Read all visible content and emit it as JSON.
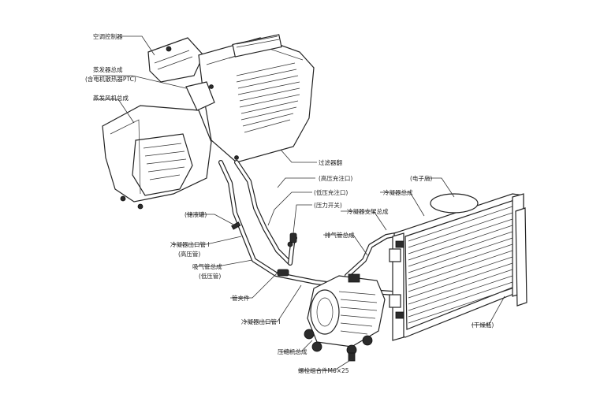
{
  "labels": {
    "ac_controller": "空调控制器",
    "evaporator": "蒸发器总成",
    "evaporator_ptc": "(含电机散热器PTC)",
    "blower": "蒸发风机总成",
    "filter_vent": "过滤器翻",
    "low_pressure_port": "(低压充注口)",
    "high_pressure_port": "(高压充注口)",
    "pressure_switch": "(压力开关)",
    "electric_fan": "(电子扇)",
    "condenser_bracket": "冷凝器支架总成",
    "condenser_assembly": "冷凝器总成",
    "exhaust_bracket": "排气管总成",
    "receiver": "(储液罐)",
    "condenser_outlet_pipe": "冷凝器出口管 I",
    "condenser_outlet_sub": "(高压管)",
    "suction_pipe": "吸气管总成",
    "suction_sub": "(低压管)",
    "clamp": "管夹件",
    "condenser_outlet_pipe2": "冷凝器出口管 I",
    "compressor": "压缩机总成",
    "bolt": "螺栓组合件M6×25",
    "drier": "(干燥瓶)"
  }
}
